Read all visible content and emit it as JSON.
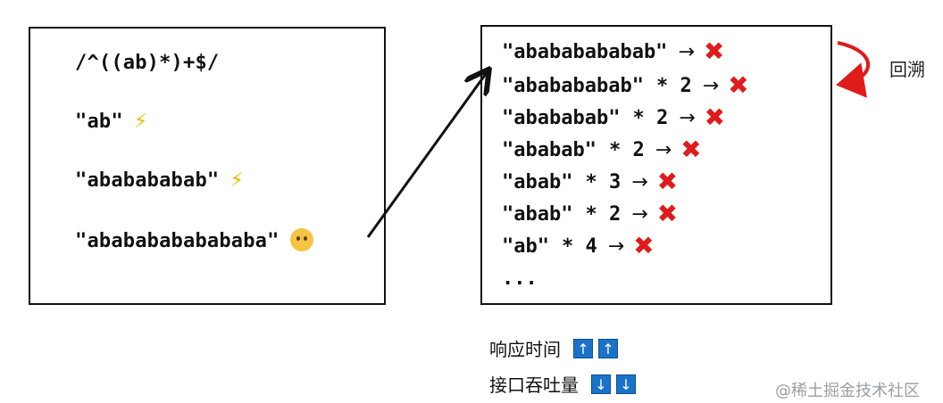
{
  "left_panel": {
    "regex": "/^((ab)*)+$/",
    "examples": [
      {
        "text": "\"ab\"",
        "icon": "lightning-emoji"
      },
      {
        "text": "\"ababababab\"",
        "icon": "lightning-emoji"
      },
      {
        "text": "\"abababababababa\"",
        "icon": "thinking-face-emoji"
      }
    ]
  },
  "right_panel": {
    "rows": [
      {
        "text": "\"abababababab\"",
        "mult": ""
      },
      {
        "text": "\"ababababab\"",
        "mult": "* 2"
      },
      {
        "text": "\"abababab\"",
        "mult": "* 2"
      },
      {
        "text": "\"ababab\"",
        "mult": "* 2"
      },
      {
        "text": "\"abab\"",
        "mult": "* 3"
      },
      {
        "text": "\"abab\"",
        "mult": "* 2"
      },
      {
        "text": "\"ab\"",
        "mult": "* 4"
      }
    ],
    "ellipsis": "...",
    "arrow_glyph": "→",
    "cross_glyph": "✖"
  },
  "backtrack_label": "回溯",
  "metrics": [
    {
      "label": "响应时间",
      "icons": [
        "↑",
        "↑"
      ]
    },
    {
      "label": "接口吞吐量",
      "icons": [
        "↓",
        "↓"
      ]
    }
  ],
  "watermark": "@稀土掘金技术社区",
  "colors": {
    "cross": "#e01b1b",
    "arrow_red": "#e01b1b",
    "metric_icon_bg": "#1a73c8"
  }
}
